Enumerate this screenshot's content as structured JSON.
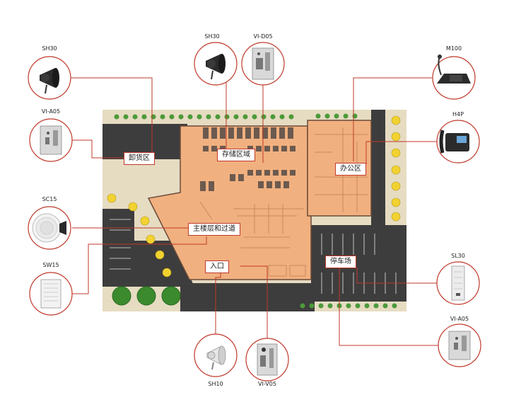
{
  "zones": {
    "unloading": "卸货区",
    "storage": "存储区域",
    "office": "办公区",
    "main_floor": "主楼层和过道",
    "entrance": "入口",
    "parking": "停车场"
  },
  "devices": {
    "sh30_left": "SH30",
    "via05_left": "VI-A05",
    "sc15": "SC15",
    "sw15": "SW15",
    "sh30_top": "SH30",
    "vid05": "VI-D05",
    "m100": "M100",
    "h4p": "H4P",
    "sl30": "SL30",
    "via05_right": "VI-A05",
    "sh10": "SH10",
    "viv05": "VI-V05"
  },
  "colors": {
    "leader_line": "#c0392b",
    "building_fill": "#f1b07f",
    "building_outline": "#6a4b3a",
    "road": "#3d3d3d",
    "ground": "#e6dcc2",
    "room_block": "#6c5a4f",
    "tree": "#3b8a2e",
    "flower": "#f2d230"
  }
}
